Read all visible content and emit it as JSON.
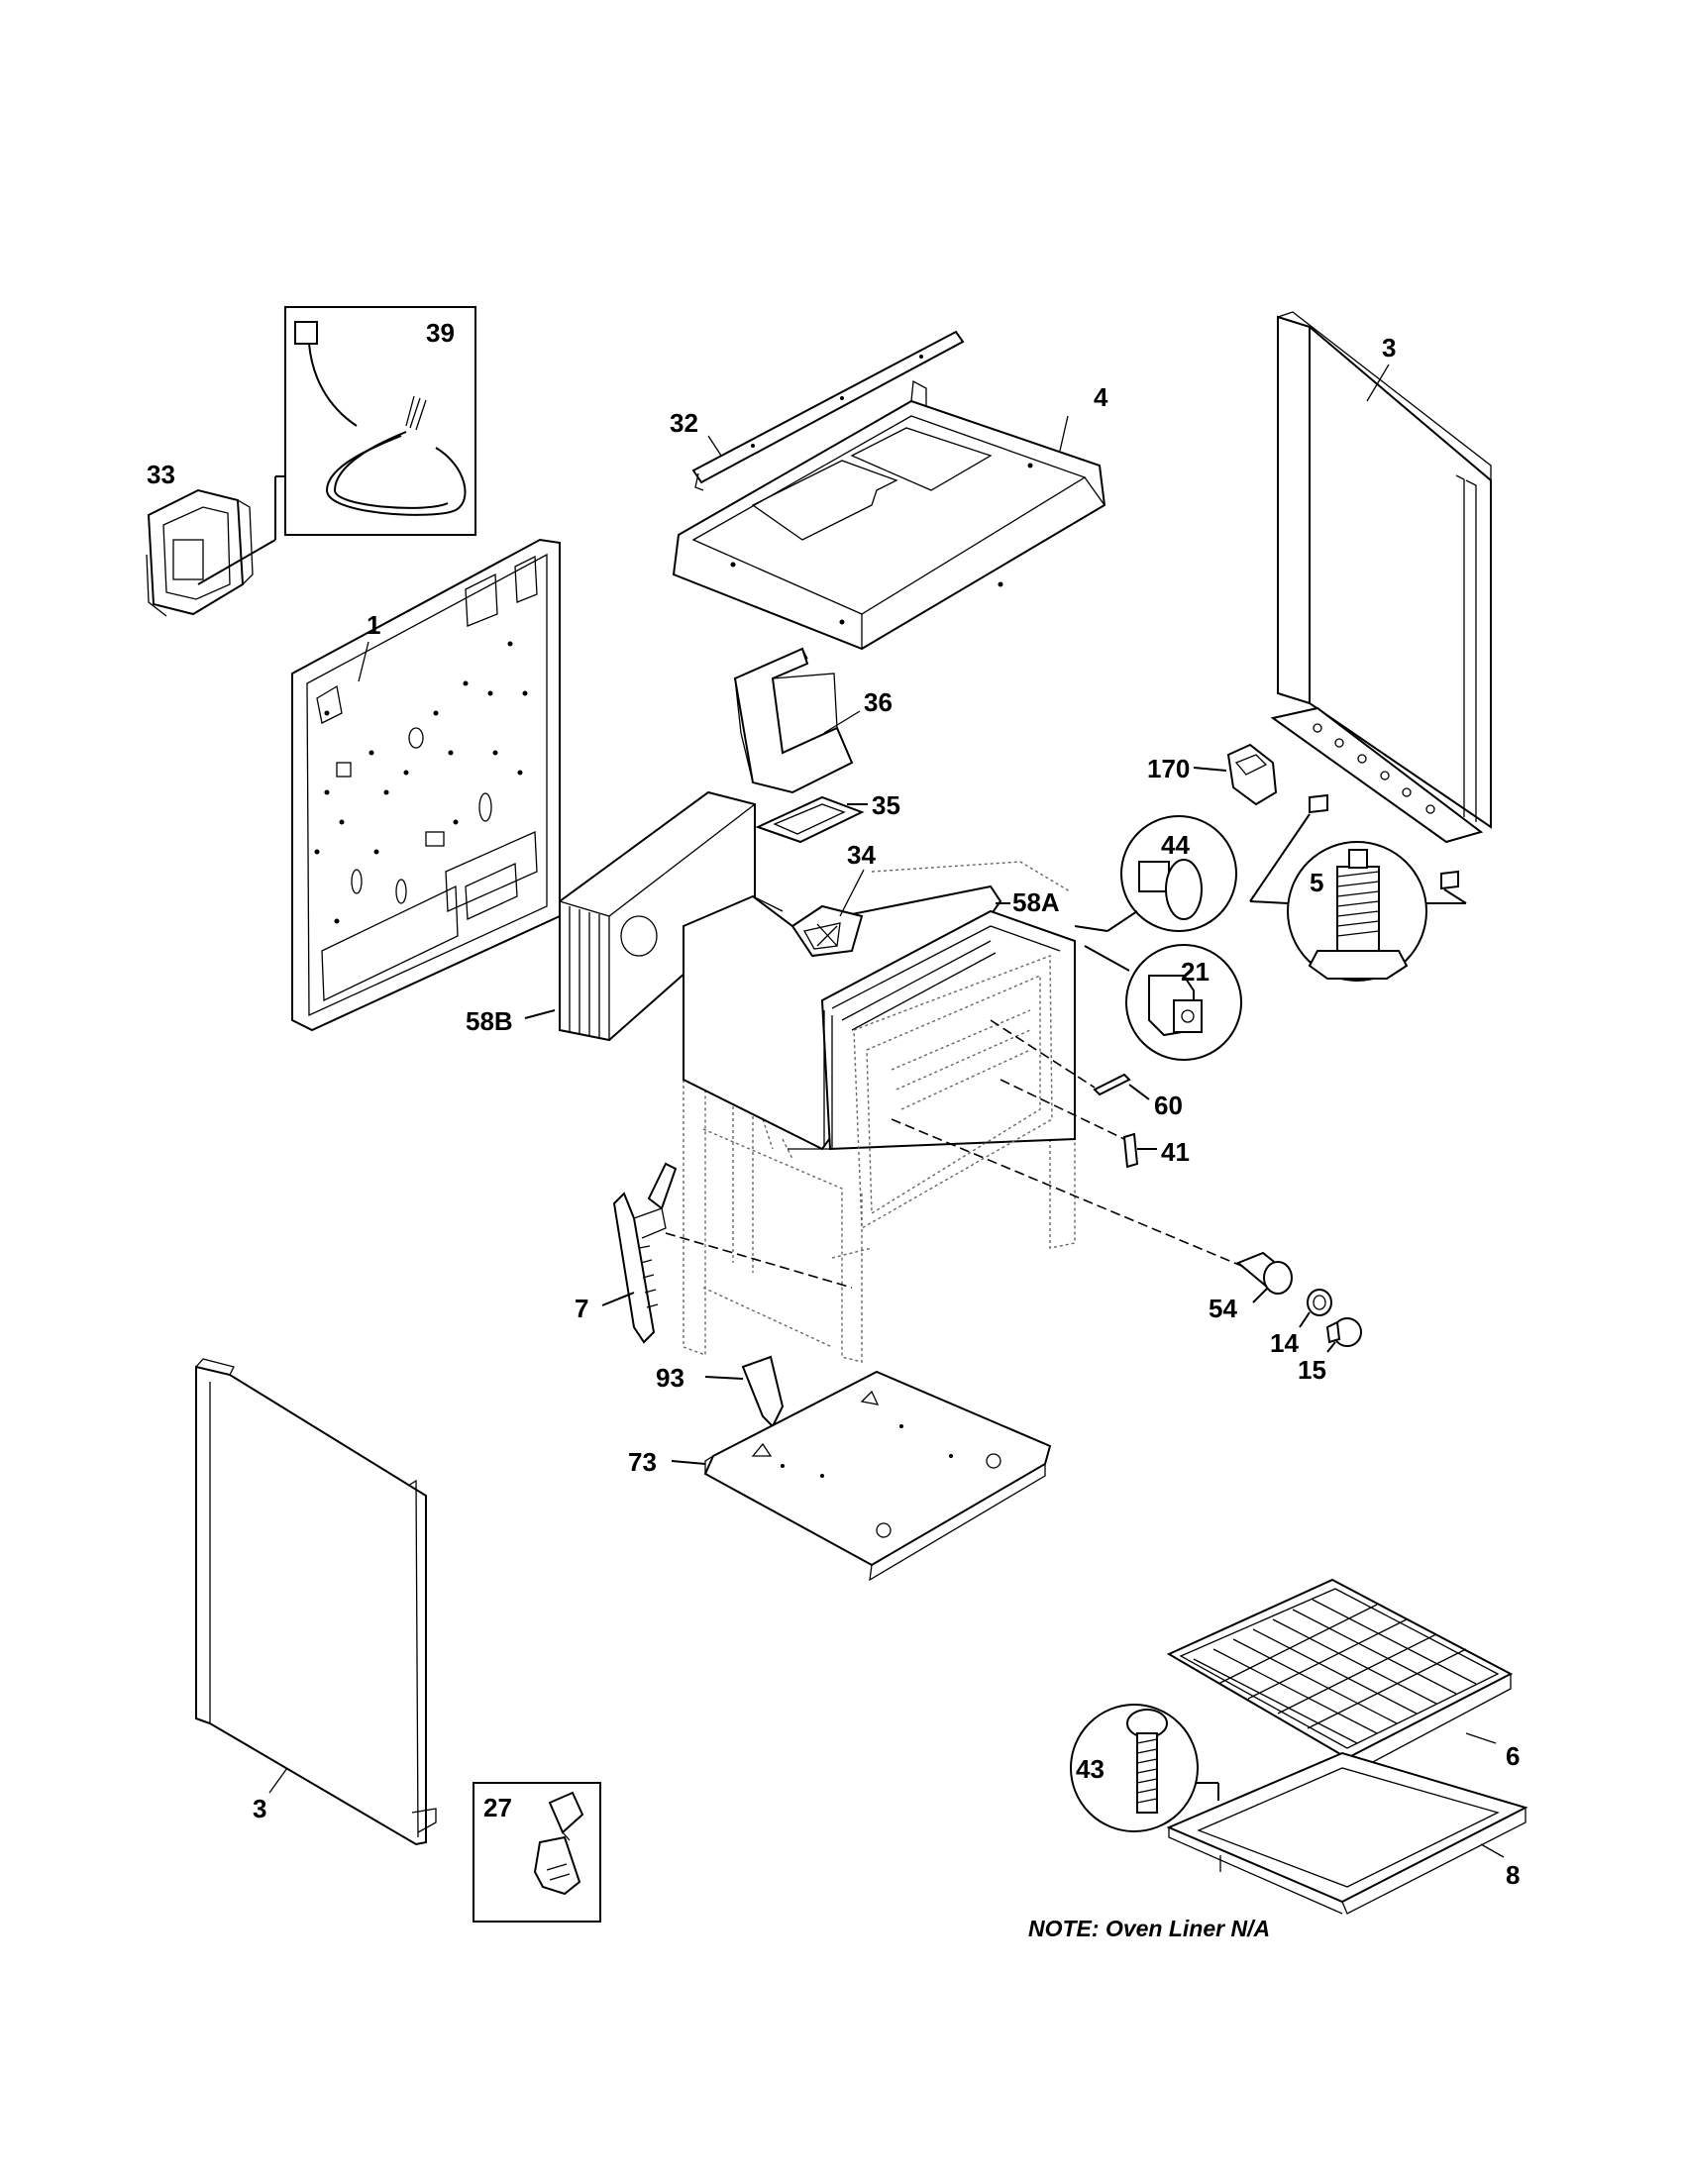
{
  "labels": {
    "p1": "1",
    "p3_top": "3",
    "p3_bottom": "3",
    "p4": "4",
    "p5": "5",
    "p6": "6",
    "p7": "7",
    "p8": "8",
    "p14": "14",
    "p15": "15",
    "p21": "21",
    "p27": "27",
    "p32": "32",
    "p33": "33",
    "p34": "34",
    "p35": "35",
    "p36": "36",
    "p39": "39",
    "p41": "41",
    "p43": "43",
    "p44": "44",
    "p54": "54",
    "p58a": "58A",
    "p58b": "58B",
    "p60": "60",
    "p73": "73",
    "p93": "93",
    "p170": "170"
  },
  "note": "NOTE: Oven Liner N/A"
}
